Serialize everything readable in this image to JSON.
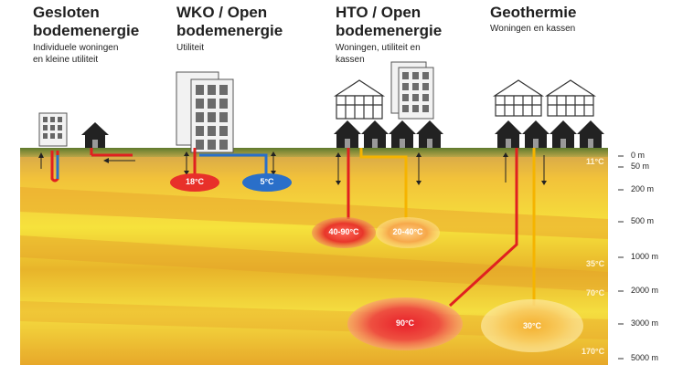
{
  "columns": [
    {
      "id": "gesloten",
      "title_line1": "Gesloten",
      "title_line2": "bodemenergie",
      "sub_line1": "Individuele woningen",
      "sub_line2": "en kleine utiliteit"
    },
    {
      "id": "wko",
      "title_line1": "WKO / Open",
      "title_line2": "bodemenergie",
      "sub_line1": "Utiliteit",
      "sub_line2": ""
    },
    {
      "id": "hto",
      "title_line1": "HTO / Open",
      "title_line2": "bodemenergie",
      "sub_line1": "Woningen, utiliteit en",
      "sub_line2": "kassen"
    },
    {
      "id": "geo",
      "title_line1": "Geothermie",
      "title_line2": "",
      "sub_line1": "Woningen en kassen",
      "sub_line2": ""
    }
  ],
  "depth_scale": [
    "0 m",
    "50 m",
    "200 m",
    "500 m",
    "1000 m",
    "2000 m",
    "3000 m",
    "5000 m"
  ],
  "right_temps": [
    "11°C",
    "35°C",
    "70°C",
    "170°C"
  ],
  "reservoirs": {
    "wko_hot": "18°C",
    "wko_cold": "5°C",
    "hto_hot": "40-90°C",
    "hto_warm": "20-40°C",
    "geo_hot": "90°C",
    "geo_warm": "30°C"
  },
  "colors": {
    "hot": "#e02020",
    "cold": "#2a6fc9",
    "warm": "#f5b400",
    "ground_top": "#6b8a3a"
  }
}
